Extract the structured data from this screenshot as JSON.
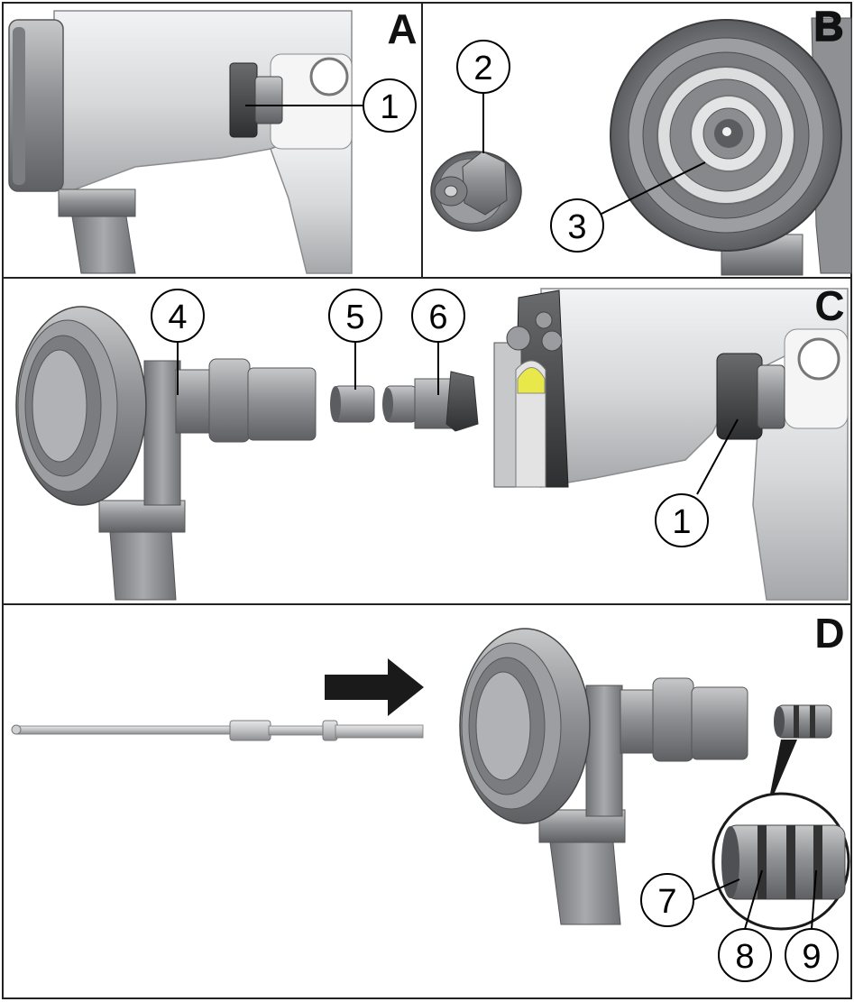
{
  "panels": {
    "A": {
      "letter": "A"
    },
    "B": {
      "letter": "B"
    },
    "C": {
      "letter": "C"
    },
    "D": {
      "letter": "D"
    }
  },
  "callouts": {
    "c1a": "1",
    "c2": "2",
    "c3": "3",
    "c4": "4",
    "c5": "5",
    "c6": "6",
    "c1c": "1",
    "c7": "7",
    "c8": "8",
    "c9": "9"
  },
  "colors": {
    "border": "#222222",
    "metal_light": "#d4d6d8",
    "metal_mid": "#a7a9ac",
    "metal_dark": "#6d6e71",
    "metal_black": "#333333",
    "accent_yellow": "#e8e84a",
    "arrow": "#1a1a1a"
  }
}
